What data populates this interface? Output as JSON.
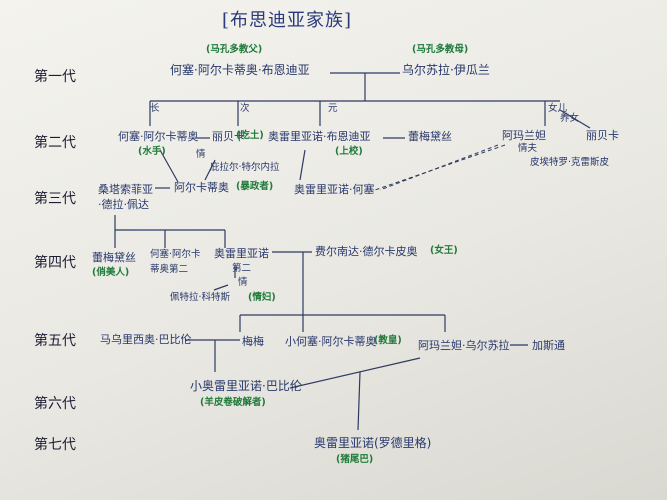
{
  "title": "[布思迪亚家族]",
  "generations": [
    "第一代",
    "第二代",
    "第三代",
    "第四代",
    "第五代",
    "第六代",
    "第七代"
  ],
  "people": {
    "g1_jose": "何塞·阿尔卡蒂奥·布恩迪亚",
    "g1_jose_role": "(马孔多教父)",
    "g1_ursula": "乌尔苏拉·伊瓜兰",
    "g1_ursula_role": "(马孔多教母)",
    "g2_jose_arcadio": "何塞·阿尔卡蒂奥",
    "g2_rebeca": "丽贝卡",
    "g2_rebeca_tag": "(吃土)",
    "g2_jose_tag": "(水手)",
    "g2_aureliano": "奥雷里亚诺·布恩迪亚",
    "g2_aureliano_tag": "(上校)",
    "g2_remedios": "蕾梅黛丝",
    "g2_amaranta": "阿玛兰妲",
    "g2_rebeca2": "丽贝卡",
    "g2_rebeca2_note": "养女",
    "g2_pietro": "皮埃特罗·克雷斯皮",
    "g2_pilar": "庇拉尔·特尔内拉",
    "g3_santa_sofia": "桑塔索菲亚",
    "g3_piedad": "·德拉·佩达",
    "g3_arcadio": "阿尔卡蒂奥",
    "g3_arcadio_tag": "(暴政者)",
    "g3_aureliano_jose": "奥雷里亚诺·何塞",
    "g4_remedios": "蕾梅黛丝",
    "g4_remedios_tag": "(俏美人)",
    "g4_jose_arcadio_seg": "何塞·阿尔卡",
    "g4_jose_arcadio_seg2": "蒂奥第二",
    "g4_aureliano_seg": "奥雷里亚诺",
    "g4_aureliano_seg2": "第二",
    "g4_fernanda": "费尔南达·德尔卡皮奥",
    "g4_fernanda_tag": "(女王)",
    "g4_petra": "佩特拉·科特斯",
    "g4_petra_tag": "(情妇)",
    "g5_mauricio": "马乌里西奥·巴比伦",
    "g5_meme": "梅梅",
    "g5_jose_arcadio": "小何塞·阿尔卡蒂奥",
    "g5_jose_arcadio_tag": "(教皇)",
    "g5_amaranta_ursula": "阿玛兰妲·乌尔苏拉",
    "g5_gaston": "加斯通",
    "g6_aureliano": "小奥雷里亚诺·巴比伦",
    "g6_aureliano_tag": "(羊皮卷破解者)",
    "g7_aureliano": "奥雷里亚诺(罗德里格)",
    "g7_aureliano_tag": "(猪尾巴)"
  },
  "branch_labels": {
    "b1": "长",
    "b2": "次",
    "b3": "元",
    "b4": "女儿",
    "l1": "情",
    "l2": "情",
    "l3": "第二",
    "l4": "情夫"
  }
}
